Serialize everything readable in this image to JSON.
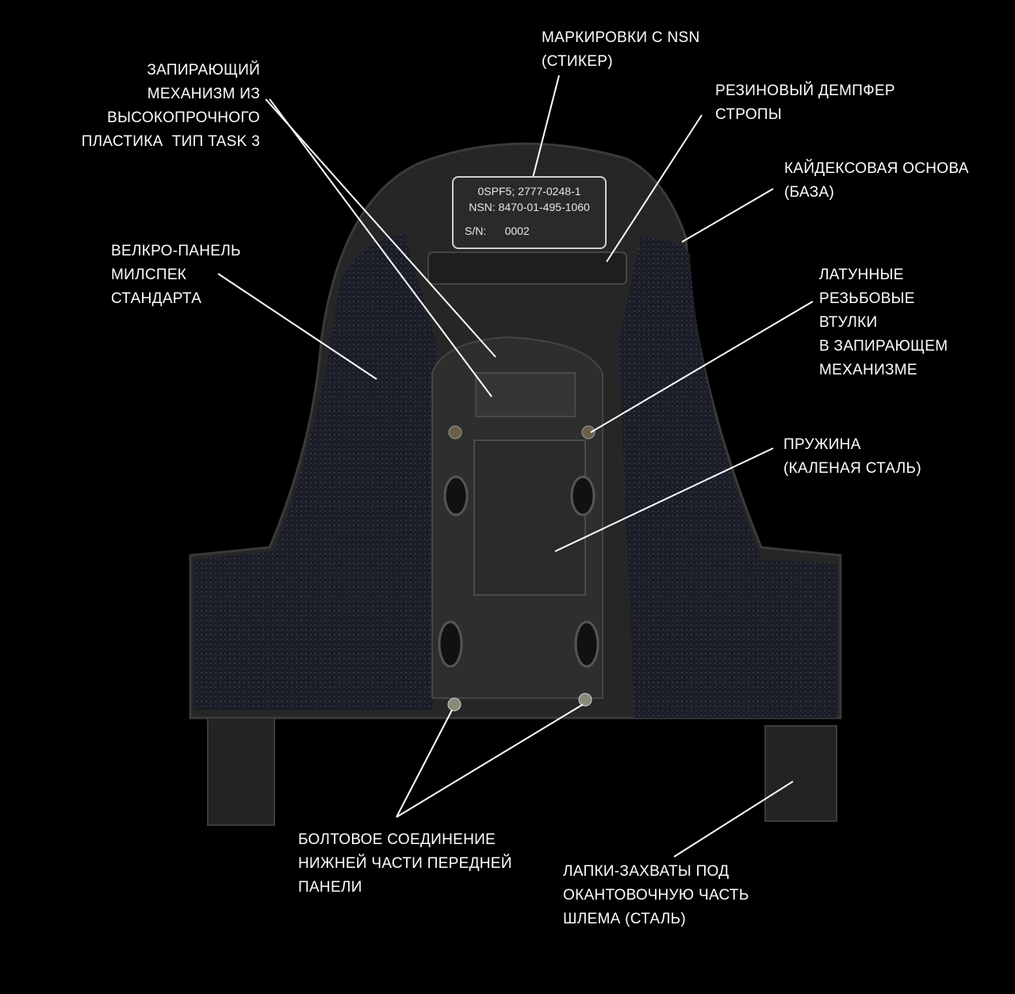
{
  "labels": {
    "sticker": [
      "МАРКИРОВКИ С NSN",
      "(СТИКЕР)"
    ],
    "locking": [
      "ЗАПИРАЮЩИЙ",
      "МЕХАНИЗМ ИЗ",
      "ВЫСОКОПРОЧНОГО",
      "ПЛАСТИКА  ТИП TASK 3"
    ],
    "rubber": [
      "РЕЗИНОВЫЙ ДЕМПФЕР",
      "СТРОПЫ"
    ],
    "kydex": [
      "КАЙДЕКСОВАЯ ОСНОВА",
      "(БАЗА)"
    ],
    "velcro": [
      "ВЕЛКРО-ПАНЕЛЬ",
      "МИЛСПЕК",
      "СТАНДАРТА"
    ],
    "brass": [
      "ЛАТУННЫЕ",
      "РЕЗЬБОВЫЕ",
      "ВТУЛКИ",
      "В ЗАПИРАЮЩЕМ",
      "МЕХАНИЗМЕ"
    ],
    "spring": [
      "ПРУЖИНА",
      "(КАЛЕНАЯ СТАЛЬ)"
    ],
    "bolts": [
      "БОЛТОВОЕ СОЕДИНЕНИЕ",
      "НИЖНЕЙ ЧАСТИ ПЕРЕДНЕЙ",
      "ПАНЕЛИ"
    ],
    "tabs": [
      "ЛАПКИ-ЗАХВАТЫ ПОД",
      "ОКАНТОВОЧНУЮ ЧАСТЬ",
      "ШЛЕМА (СТАЛЬ)"
    ]
  },
  "sticker_text": {
    "line1": "0SPF5; 2777-0248-1",
    "line2": "NSN: 8470-01-495-1060",
    "sn": "S/N:      0002"
  }
}
